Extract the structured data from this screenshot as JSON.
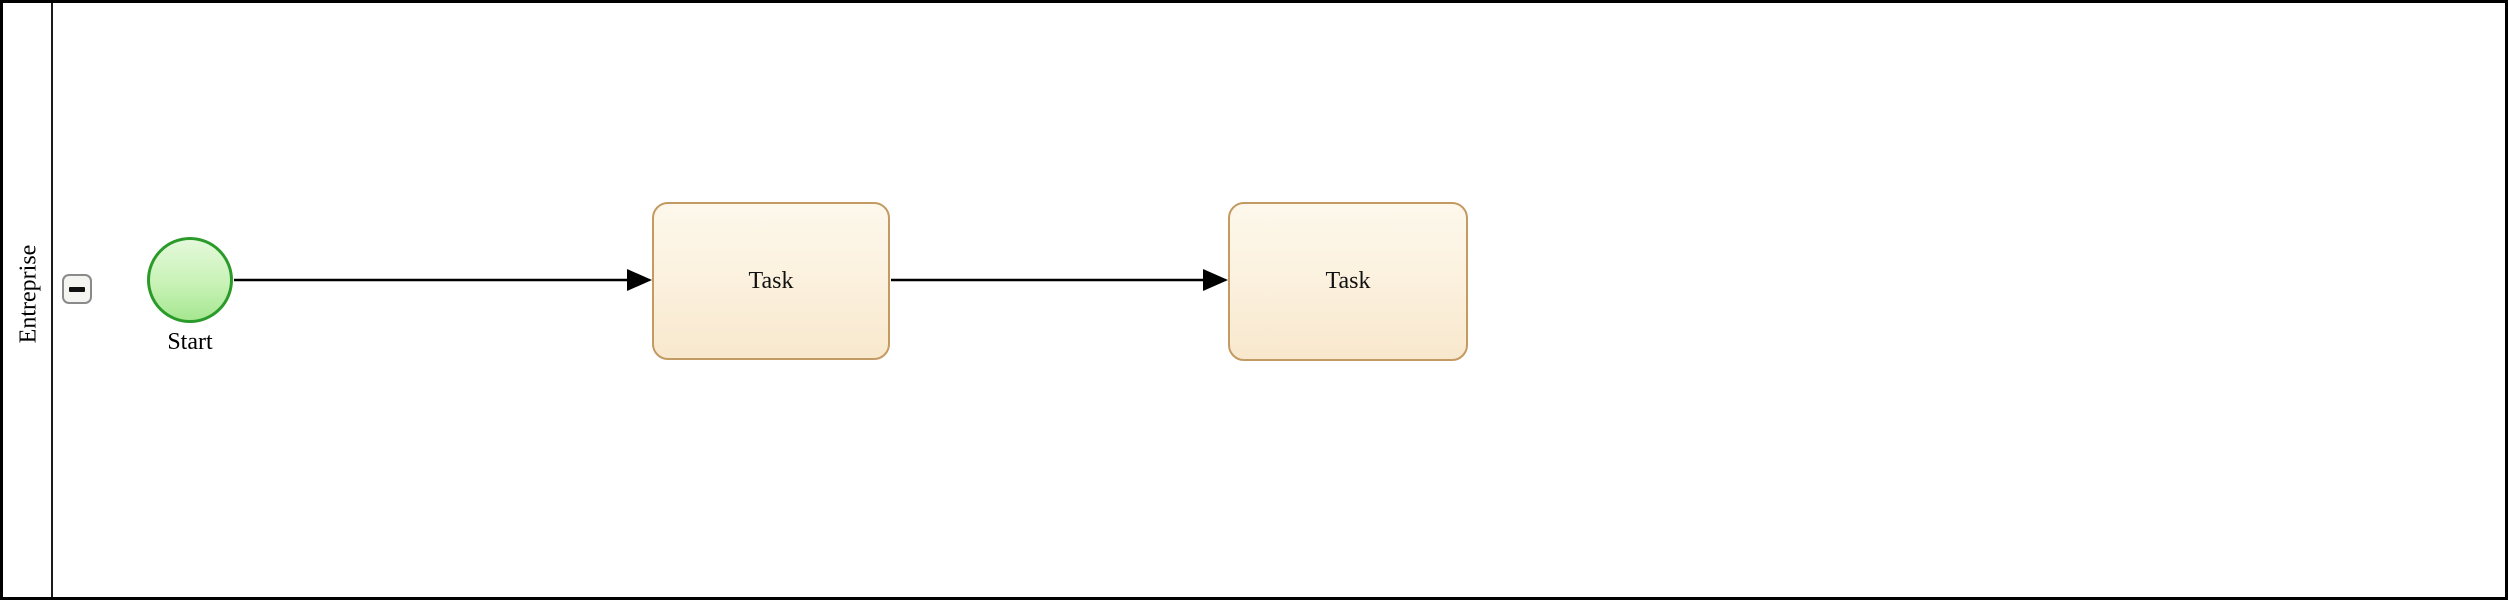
{
  "diagram": {
    "kind": "bpmn-process",
    "pool": {
      "label": "Entreprise",
      "collapsed": false,
      "collapse_icon": "minus"
    },
    "nodes": [
      {
        "id": "start-event",
        "type": "start-event",
        "label": "Start",
        "border_color": "#2a9b2a",
        "fill_top": "#e4f9da",
        "fill_bottom": "#a6e791"
      },
      {
        "id": "task-1",
        "type": "task",
        "label": "Task",
        "border_color": "#c39a62",
        "fill_top": "#fdf8ec",
        "fill_bottom": "#f8e8cd"
      },
      {
        "id": "task-2",
        "type": "task",
        "label": "Task",
        "border_color": "#c39a62",
        "fill_top": "#fdf8ec",
        "fill_bottom": "#f8e8cd"
      }
    ],
    "connections": [
      {
        "from": "start-event",
        "to": "task-1",
        "type": "sequence-flow",
        "color": "#000000"
      },
      {
        "from": "task-1",
        "to": "task-2",
        "type": "sequence-flow",
        "color": "#000000"
      }
    ],
    "frame_color": "#000000",
    "background_color": "#ffffff"
  }
}
